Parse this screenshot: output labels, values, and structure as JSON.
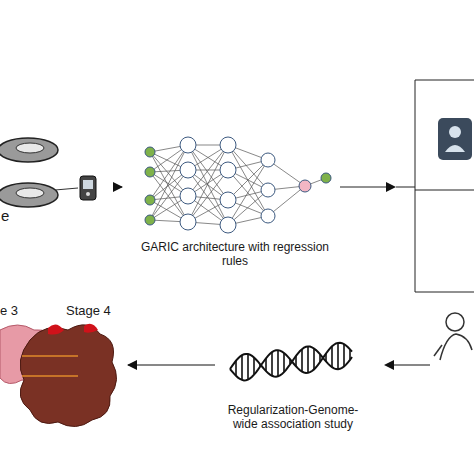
{
  "diagram": {
    "nodes": [
      {
        "text": [
          "e"
        ]
      },
      {
        "text": [
          "GARIC architecture with regression rules"
        ]
      },
      {
        "text": [
          "e 3",
          "Stage 4"
        ]
      },
      {
        "text": [
          "Regularization-Genome-wide association study"
        ]
      }
    ],
    "edges": [
      {
        "from": 0,
        "to": 1,
        "arrow": "to"
      },
      {
        "from": 3,
        "to": 2,
        "arrow": "to"
      }
    ]
  }
}
